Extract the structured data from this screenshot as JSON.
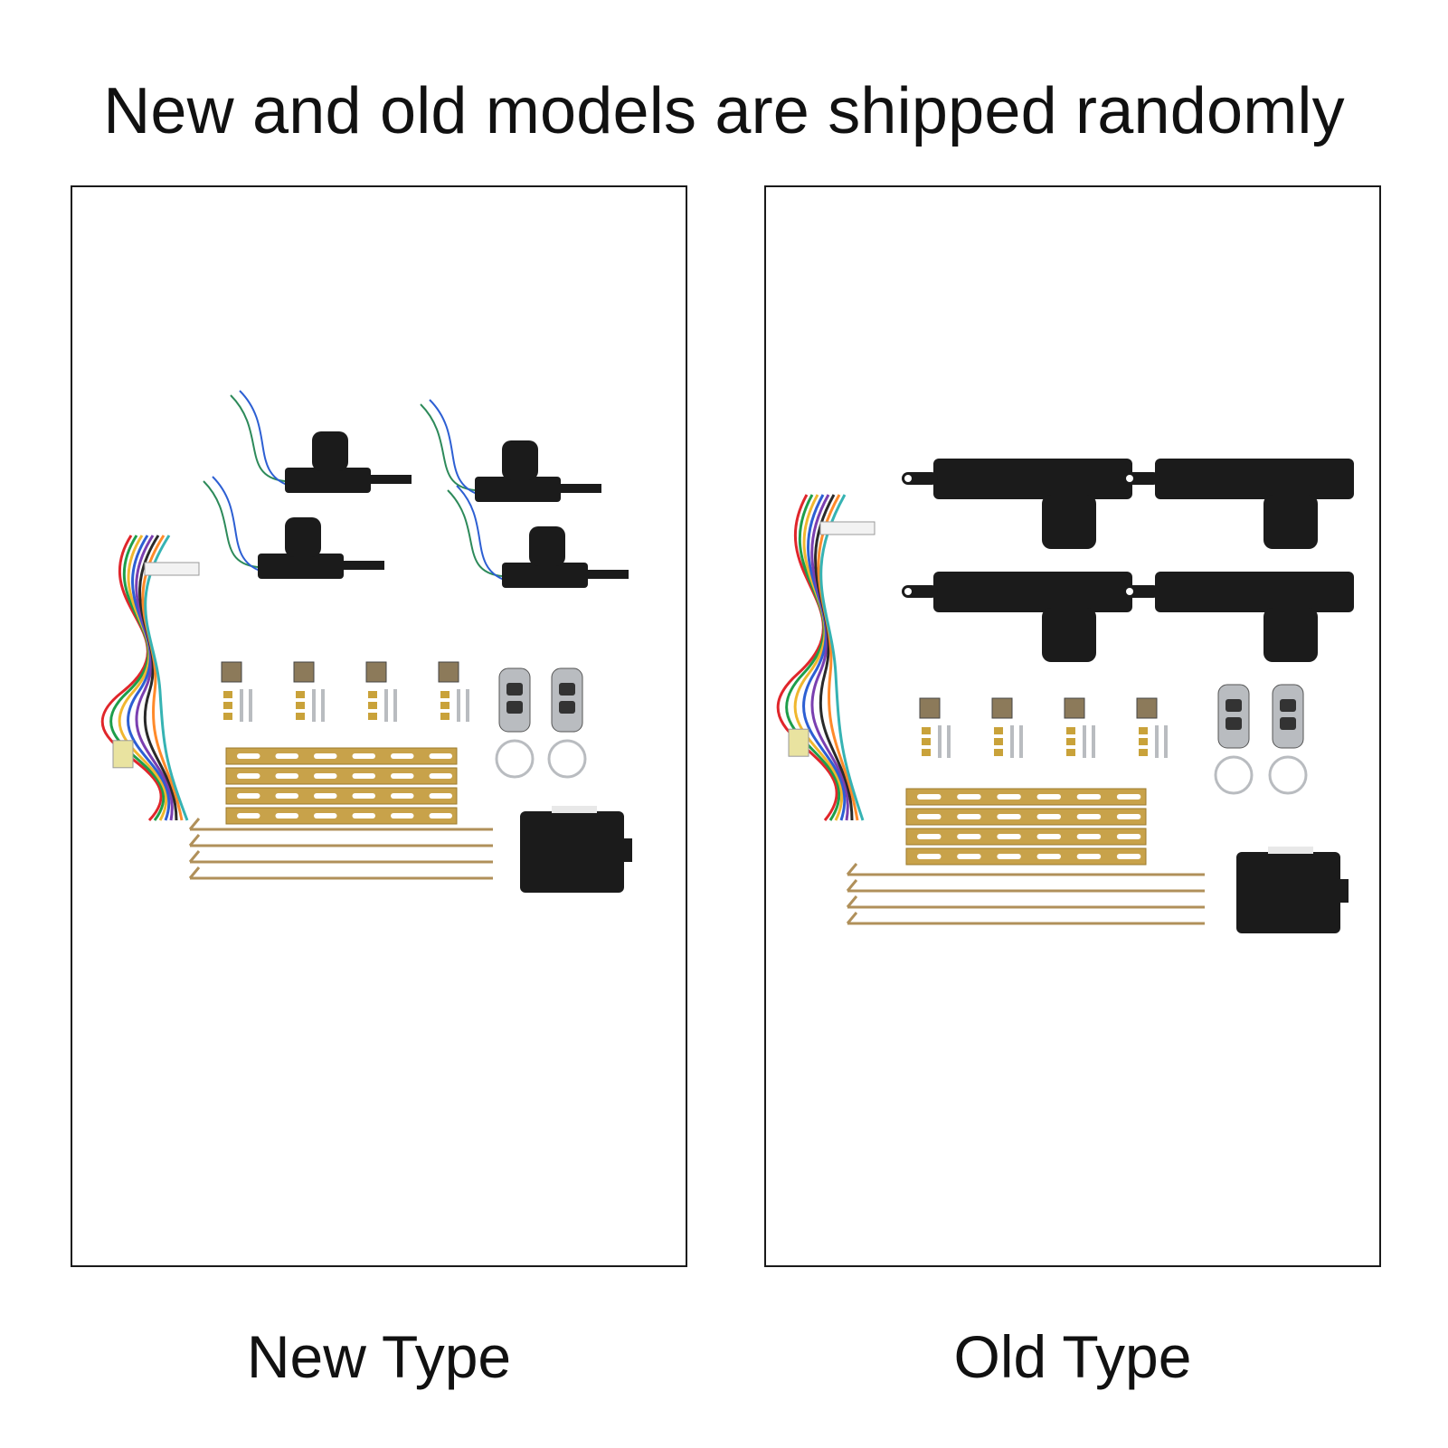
{
  "headline": "New and old models are shipped randomly",
  "panels": [
    {
      "caption": "New Type",
      "variant": "new"
    },
    {
      "caption": "Old Type",
      "variant": "old"
    }
  ],
  "colors": {
    "border": "#1a1a1a",
    "actuator": "#1b1b1b",
    "plate": "#c8a24a",
    "rod": "#b0905a",
    "chrome": "#b9bcc0",
    "wires": [
      "#e0262b",
      "#1e9e4a",
      "#f0b72f",
      "#2d5fd3",
      "#7a3fb0",
      "#2a2a2a",
      "#ff8a2a",
      "#36b3b3"
    ]
  }
}
